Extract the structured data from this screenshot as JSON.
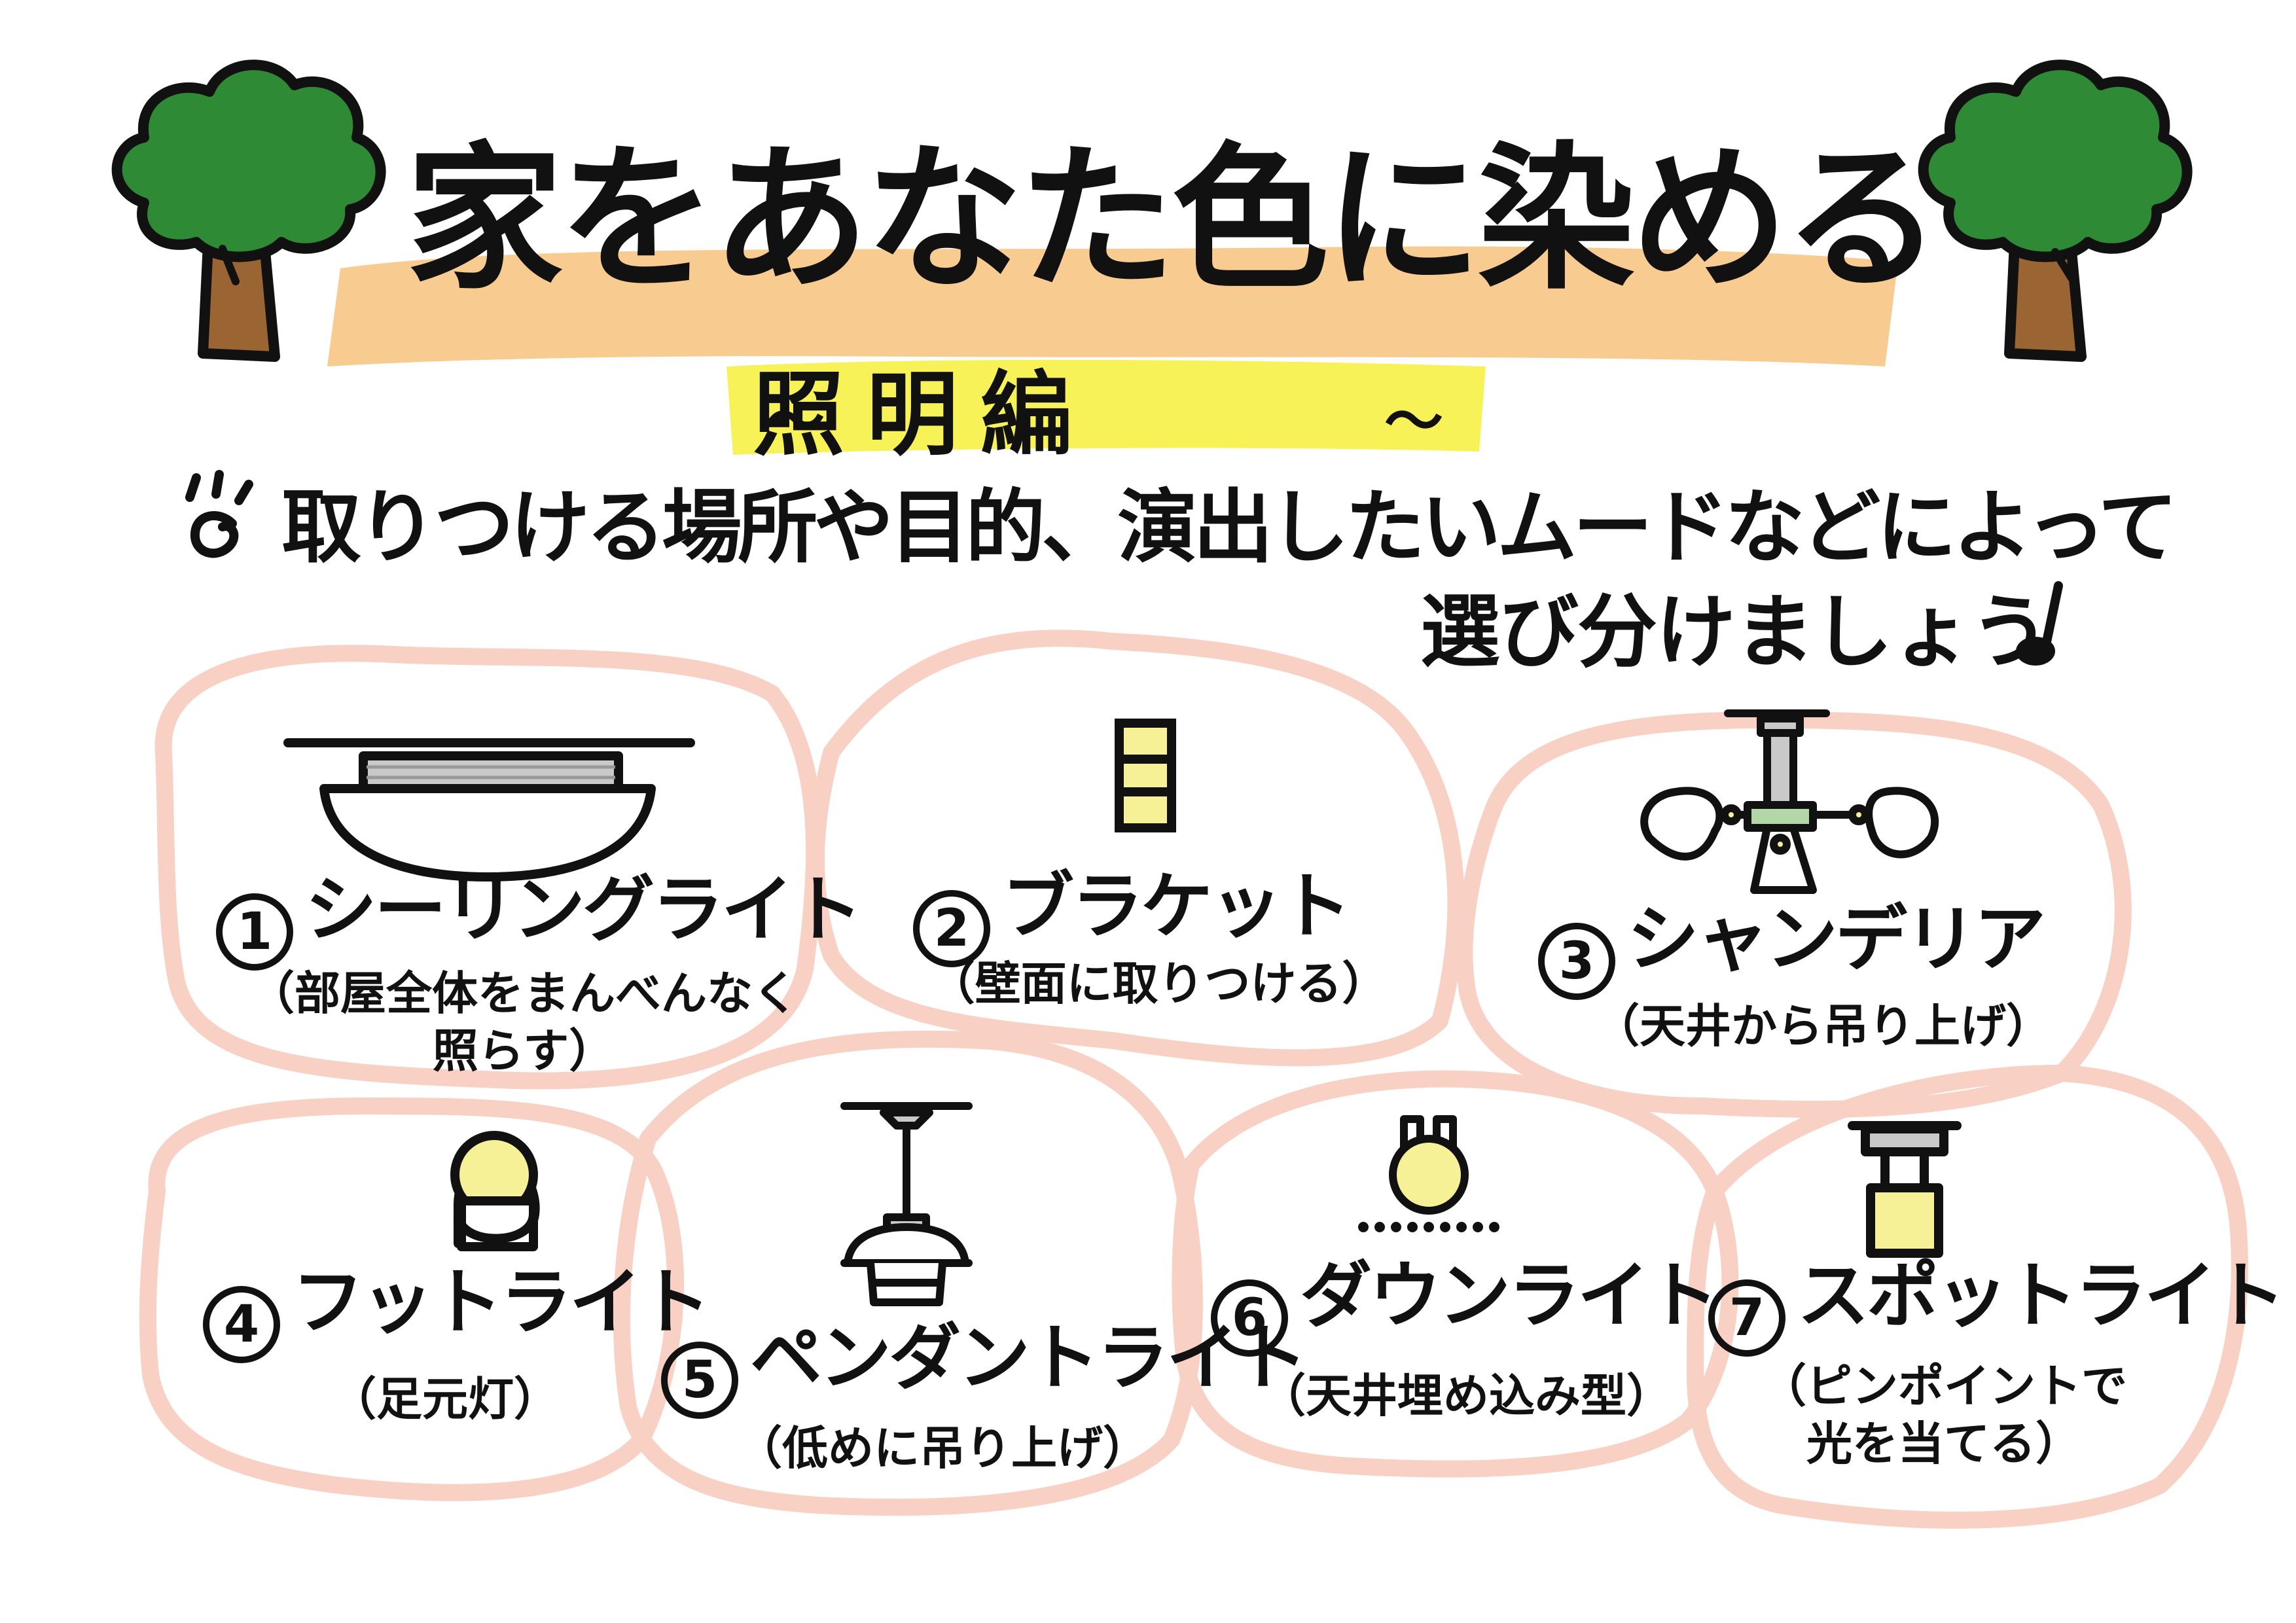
{
  "title": "家をあなた色に染める",
  "subtitle": "照明編",
  "intro": {
    "line1": "取りつける場所や目的、演出したいムードなどによって",
    "line2": "選び分けましょう"
  },
  "items": [
    {
      "num": "1",
      "name": "シーリングライト",
      "note": "（部屋全体をまんべんなく\n照らす）"
    },
    {
      "num": "2",
      "name": "ブラケット",
      "note": "（壁面に取りつける）"
    },
    {
      "num": "3",
      "name": "シャンデリア",
      "note": "（天井から吊り上げ）"
    },
    {
      "num": "4",
      "name": "フットライト",
      "note": "（足元灯）"
    },
    {
      "num": "5",
      "name": "ペンダントライト",
      "note": "（低めに吊り上げ）"
    },
    {
      "num": "6",
      "name": "ダウンライト",
      "note": "（天井埋め込み型）"
    },
    {
      "num": "7",
      "name": "スポットライト",
      "note": "（ピンポイントで\n光を当てる）"
    }
  ],
  "colors": {
    "title_highlight": "#f7c784",
    "subtitle_highlight": "#f7f03c",
    "blob_outline": "#f9d0c4",
    "tree_foliage": "#2e8a35",
    "tree_trunk": "#9b6433",
    "bulb": "#f6f096",
    "ink": "#111111"
  },
  "icons": [
    "tree-icon",
    "swirl-bullet-icon",
    "note-icon",
    "ceiling-light-icon",
    "bracket-light-icon",
    "chandelier-icon",
    "foot-light-icon",
    "pendant-light-icon",
    "down-light-icon",
    "spot-light-icon"
  ]
}
